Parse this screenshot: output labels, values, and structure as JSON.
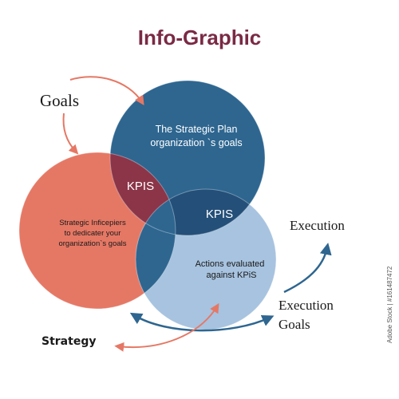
{
  "title": "Info-Graphic",
  "labels": {
    "goals": "Goals",
    "execution": "Execution",
    "execution_goals_line1": "Execution",
    "execution_goals_line2": "Goals",
    "strategy": "Strategy"
  },
  "circles": {
    "top": {
      "line1": "The Strategic Plan",
      "line2": "organization `s goals"
    },
    "left": {
      "line1": "Strategic Inficepiers",
      "line2": "to dedicater your",
      "line3": "organization`s goals"
    },
    "right": {
      "line1": "Actions evaluated",
      "line2": "against KPiS"
    },
    "overlap_left": "KPIS",
    "overlap_right": "KPIS"
  },
  "side_text": "Adobe Stock | #161487472",
  "colors": {
    "title": "#7a2a45",
    "top_circle": "#2e6690",
    "left_circle": "#e57865",
    "right_circle": "#a7c3df",
    "overlap_maroon": "#8c3548",
    "overlap_navy": "#244f78",
    "arrow_orange": "#e57865",
    "arrow_blue": "#2e6690"
  }
}
